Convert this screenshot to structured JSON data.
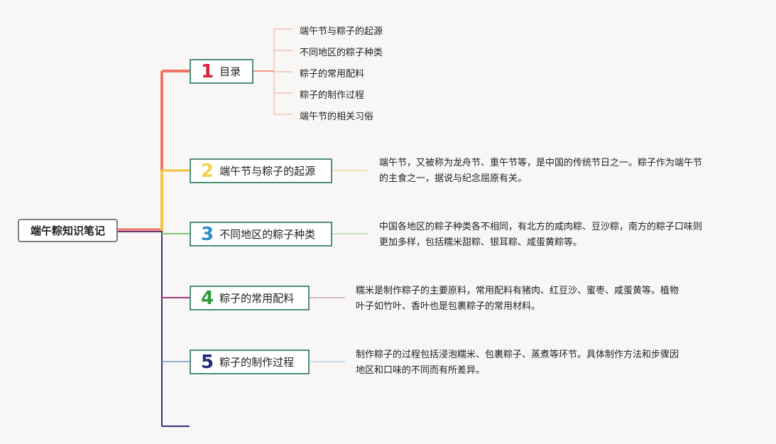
{
  "root": {
    "label": "端午粽知识笔记"
  },
  "branches": [
    {
      "num": "1",
      "label": "目录",
      "color": "#f07663",
      "children": [
        "端午节与粽子的起源",
        "不同地区的粽子种类",
        "粽子的常用配料",
        "粽子的制作过程",
        "端午节的相关习俗"
      ]
    },
    {
      "num": "2",
      "label": "端午节与粽子的起源",
      "color": "#f7c23c",
      "desc_lines": [
        "端午节，又被称为龙舟节、重午节等，是中国的传统节日之一。粽子作为端午节",
        "的主食之一，据说与纪念屈原有关。"
      ]
    },
    {
      "num": "3",
      "label": "不同地区的粽子种类",
      "color": "#7cc36a",
      "num_color": "#2b8fcc",
      "desc_lines": [
        "中国各地区的粽子种类各不相同，有北方的咸肉粽、豆沙粽，南方的粽子口味则",
        "更加多样，包括糯米甜粽、银耳粽、咸蛋黄粽等。"
      ]
    },
    {
      "num": "4",
      "label": "粽子的常用配料",
      "color": "#9d3b7c",
      "num_color": "#2f9a37",
      "desc_lines": [
        "糯米是制作粽子的主要原料，常用配料有猪肉、红豆沙、蜜枣、咸蛋黄等。植物",
        "叶子如竹叶、香叶也是包裹粽子的常用材料。"
      ]
    },
    {
      "num": "5",
      "label": "粽子的制作过程",
      "color": "#6c9cca",
      "num_color": "#202a78",
      "desc_lines": [
        "制作粽子的过程包括浸泡糯米、包裹粽子、蒸煮等环节。具体制作方法和步骤因",
        "地区和口味的不同而有所差异。"
      ]
    }
  ],
  "colors": {
    "node_border": "#4e8d80",
    "bottom_line": "#3c2f7a",
    "num1": "#d8253b",
    "num2": "#f4d24a"
  }
}
